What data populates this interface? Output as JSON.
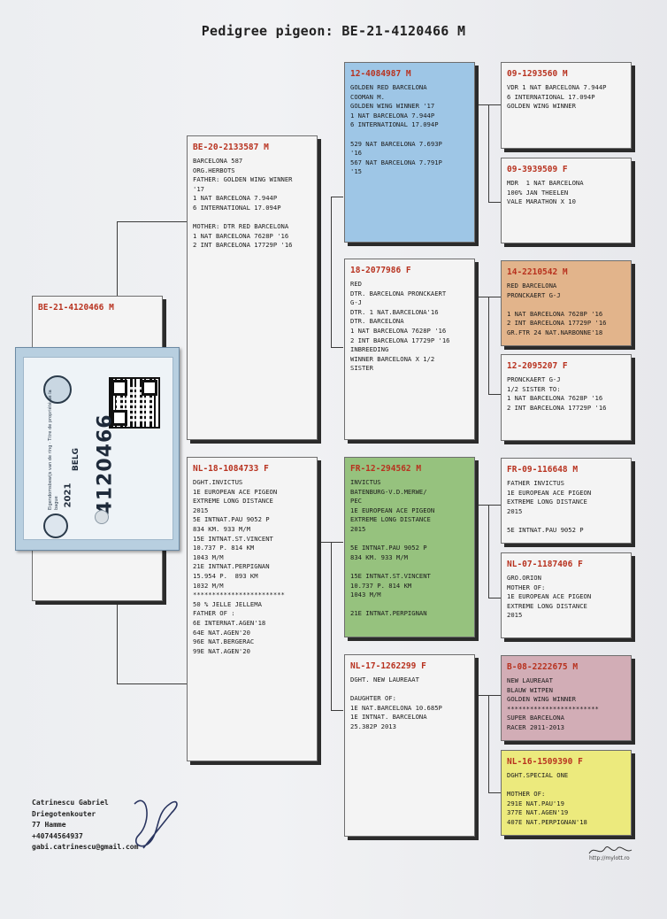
{
  "title": "Pedigree pigeon: BE-21-4120466 M",
  "subject": {
    "ring": "BE-21-4120466 M",
    "text": ""
  },
  "ring_card": {
    "number": "4120466",
    "year": "2021",
    "country": "BELG",
    "side_text": "Eigendomsbewijs van de ring · Titre de propriété de la bague",
    "qr": "qr-code-icon"
  },
  "sire": {
    "ring": "BE-20-2133587 M",
    "text": "BARCELONA 587\nORG.HERBOTS\nFATHER: GOLDEN WING WINNER\n'17\n1 NAT BARCELONA 7.944P\n6 INTERNATIONAL 17.094P\n\nMOTHER: DTR RED BARCELONA\n1 NAT BARCELONA 7628P '16\n2 INT BARCELONA 17729P '16"
  },
  "dam": {
    "ring": "NL-18-1084733 F",
    "text": "DGHT.INVICTUS\n1E EUROPEAN ACE PIGEON\nEXTREME LONG DISTANCE\n2015\n5E INTNAT.PAU 9052 P\n834 KM. 933 M/M\n15E INTNAT.ST.VINCENT\n10.737 P. 814 KM\n1043 M/M\n21E INTNAT.PERPIGNAN\n15.954 P.  893 KM\n1032 M/M\n************************\n50 % JELLE JELLEMA\nFATHER OF :\n6E INTERNAT.AGEN'18\n64E NAT.AGEN'20\n96E NAT.BERGERAC\n99E NAT.AGEN'20"
  },
  "sire_sire": {
    "ring": "12-4084987 M",
    "text": "GOLDEN RED BARCELONA\nCOOMAN M.\nGOLDEN WING WINNER '17\n1 NAT BARCELONA 7.944P\n6 INTERNATIONAL 17.094P\n\n529 NAT BARCELONA 7.693P\n'16\n567 NAT BARCELONA 7.791P\n'15"
  },
  "sire_dam": {
    "ring": "18-2077986 F",
    "text": "RED\nDTR. BARCELONA PRONCKAERT\nG-J\nDTR. 1 NAT.BARCELONA'16\nDTR. BARCELONA\n1 NAT BARCELONA 7628P '16\n2 INT BARCELONA 17729P '16\nINBREEDING\nWINNER BARCELONA X 1/2\nSISTER"
  },
  "dam_sire": {
    "ring": "FR-12-294562 M",
    "text": "INVICTUS\nBATENBURG-V.D.MERWE/\nPEC\n1E EUROPEAN ACE PIGEON\nEXTREME LONG DISTANCE\n2015\n\n5E INTNAT.PAU 9052 P\n834 KM. 933 M/M\n\n15E INTNAT.ST.VINCENT\n10.737 P. 814 KM\n1043 M/M\n\n21E INTNAT.PERPIGNAN"
  },
  "dam_dam": {
    "ring": "NL-17-1262299 F",
    "text": "DGHT. NEW LAUREAAT\n\nDAUGHTER OF:\n1E NAT.BARCELONA 10.685P\n1E INTNAT. BARCELONA\n25.382P 2013"
  },
  "ggp": [
    {
      "ring": "09-1293560 M",
      "text": "VDR 1 NAT BARCELONA 7.944P\n6 INTERNATIONAL 17.094P\nGOLDEN WING WINNER"
    },
    {
      "ring": "09-3939509 F",
      "text": "MDR  1 NAT BARCELONA\n100% JAN THEELEN\nVALE MARATHON X 10"
    },
    {
      "ring": "14-2210542 M",
      "text": "RED BARCELONA\nPRONCKAERT G-J\n\n1 NAT BARCELONA 7628P '16\n2 INT BARCELONA 17729P '16\nGR.FTR 24 NAT.NARBONNE'18"
    },
    {
      "ring": "12-2095207 F",
      "text": "PRONCKAERT G-J\n1/2 SISTER TO:\n1 NAT BARCELONA 7628P '16\n2 INT BARCELONA 17729P '16"
    },
    {
      "ring": "FR-09-116648 M",
      "text": "FATHER INVICTUS\n1E EUROPEAN ACE PIGEON\nEXTREME LONG DISTANCE\n2015\n\n5E INTNAT.PAU 9052 P"
    },
    {
      "ring": "NL-07-1187406 F",
      "text": "GRO.ORION\nMOTHER OF:\n1E EUROPEAN ACE PIGEON\nEXTREME LONG DISTANCE\n2015"
    },
    {
      "ring": "B-08-2222675 M",
      "text": "NEW LAUREAAT\nBLAUW WITPEN\nGOLDEN WING WINNER\n************************\nSUPER BARCELONA\nRACER 2011-2013"
    },
    {
      "ring": "NL-16-1509390 F",
      "text": "DGHT.SPECIAL ONE\n\nMOTHER OF:\n291E NAT.PAU'19\n377E NAT.AGEN'19\n407E NAT.PERPIGNAN'18"
    }
  ],
  "contact": {
    "name": "Catrinescu Gabriel",
    "street": "Driegotenkouter",
    "number": "77 Hamme",
    "phone": "+40744564937",
    "email": "gabi.catrinescu@gmail.com"
  },
  "stamp_text": "http://mylott.ro",
  "colors": {
    "ring_red": "#b8321f",
    "blue": "#9ec6e6",
    "orange": "#e2b48b",
    "green": "#96c27e",
    "pink": "#d2adb6",
    "yellow": "#ecea7d"
  }
}
